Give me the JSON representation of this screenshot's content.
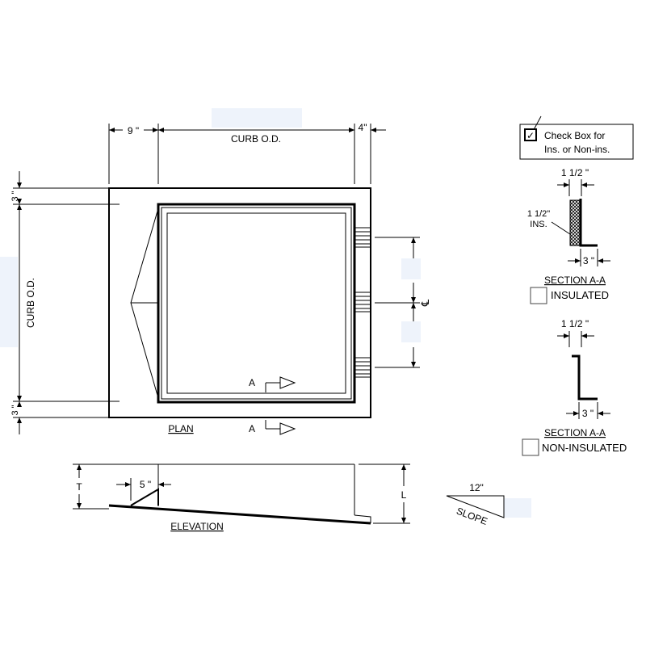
{
  "plan": {
    "dim_left": "9 \"",
    "dim_right": "4\"",
    "curb_od_top": "CURB O.D.",
    "curb_od_side": "CURB O.D.",
    "dim_3_top": "3 \"",
    "dim_3_bottom": "3 \"",
    "section_marker_top": "A",
    "section_marker_bottom": "A",
    "centerline": "℄",
    "label": "PLAN"
  },
  "elevation": {
    "dim_t": "T",
    "dim_5": "5 \"",
    "dim_l": "L",
    "label": "ELEVATION"
  },
  "slope": {
    "run": "12\"",
    "label": "SLOPE"
  },
  "legend": {
    "checkbox_mark": "✓",
    "line1": "Check Box for",
    "line2": "Ins. or Non-ins."
  },
  "section_insulated": {
    "dim_top": "1 1/2 \"",
    "ins_line1": "1 1/2\"",
    "ins_line2": "INS.",
    "dim_bottom": "3 \"",
    "title": "SECTION A-A",
    "option": "INSULATED"
  },
  "section_noninsulated": {
    "dim_top": "1 1/2 \"",
    "dim_bottom": "3 \"",
    "title": "SECTION A-A",
    "option": "NON-INSULATED"
  }
}
